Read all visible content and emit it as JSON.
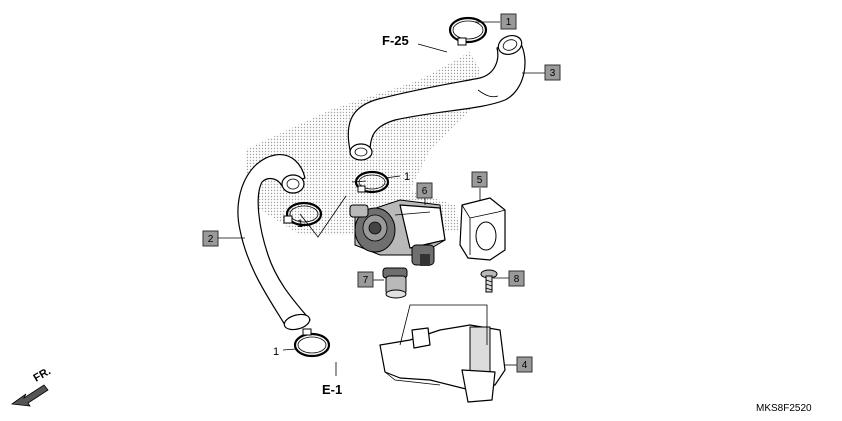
{
  "refs": {
    "top": "F-25",
    "bottom": "E-1"
  },
  "callouts": {
    "c1": "1",
    "c2": "2",
    "c3": "3",
    "c4": "4",
    "c5": "5",
    "c6": "6",
    "c7": "7",
    "c8": "8",
    "clamp_upper": "1",
    "clamp_mid": "1",
    "clamp_lower": "1"
  },
  "direction": "FR.",
  "code": "MKS8F2520",
  "colors": {
    "box": "#9a9a9a",
    "shade": "#c8c8c8",
    "dark": "#6f6f6f"
  }
}
